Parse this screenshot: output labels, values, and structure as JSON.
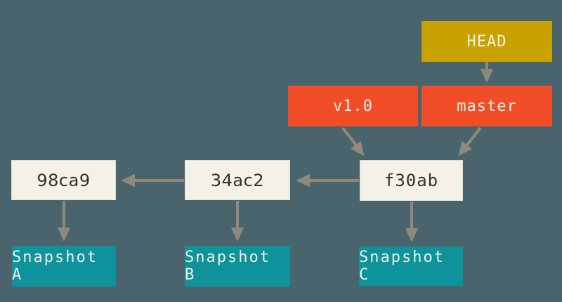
{
  "diagram": {
    "type": "git-commit-graph",
    "background_color": "#4a646e",
    "arrow_color": "#8f897b",
    "nodes": {
      "head": {
        "label": "HEAD",
        "kind": "head-pointer",
        "color": "#c9a100",
        "text_color": "#f6f3ea"
      },
      "tag_v1_0": {
        "label": "v1.0",
        "kind": "tag",
        "color": "#f04d28",
        "text_color": "#f6f3ea"
      },
      "branch_master": {
        "label": "master",
        "kind": "branch",
        "color": "#f04d28",
        "text_color": "#f6f3ea"
      },
      "commit_98ca9": {
        "label": "98ca9",
        "kind": "commit",
        "color": "#f4f1e7",
        "text_color": "#32312b"
      },
      "commit_34ac2": {
        "label": "34ac2",
        "kind": "commit",
        "color": "#f4f1e7",
        "text_color": "#32312b"
      },
      "commit_f30ab": {
        "label": "f30ab",
        "kind": "commit",
        "color": "#f4f1e7",
        "text_color": "#32312b"
      },
      "snapshot_a": {
        "label": "Snapshot A",
        "kind": "snapshot",
        "color": "#0e939c",
        "text_color": "#f2f0e6"
      },
      "snapshot_b": {
        "label": "Snapshot B",
        "kind": "snapshot",
        "color": "#0e939c",
        "text_color": "#f2f0e6"
      },
      "snapshot_c": {
        "label": "Snapshot C",
        "kind": "snapshot",
        "color": "#0e939c",
        "text_color": "#f2f0e6"
      }
    },
    "edges": [
      {
        "from": "HEAD",
        "to": "master"
      },
      {
        "from": "v1.0",
        "to": "f30ab"
      },
      {
        "from": "master",
        "to": "f30ab"
      },
      {
        "from": "f30ab",
        "to": "34ac2"
      },
      {
        "from": "34ac2",
        "to": "98ca9"
      },
      {
        "from": "98ca9",
        "to": "Snapshot A"
      },
      {
        "from": "34ac2",
        "to": "Snapshot B"
      },
      {
        "from": "f30ab",
        "to": "Snapshot C"
      }
    ]
  }
}
